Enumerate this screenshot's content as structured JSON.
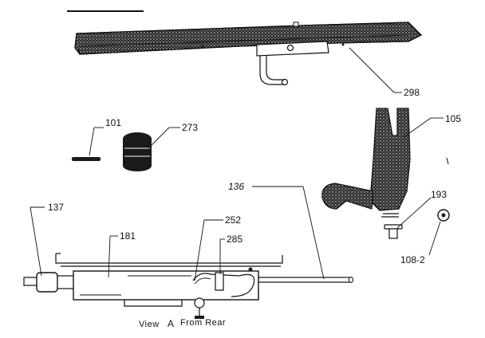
{
  "labels": {
    "l298": "298",
    "l101": "101",
    "l273": "273",
    "l105": "105",
    "l136": "136",
    "l193": "193",
    "l137": "137",
    "l181": "181",
    "l252": "252",
    "l285": "285",
    "l1082": "108-2"
  },
  "caption": {
    "view": "View",
    "letter": "A",
    "from": "From Rear"
  }
}
